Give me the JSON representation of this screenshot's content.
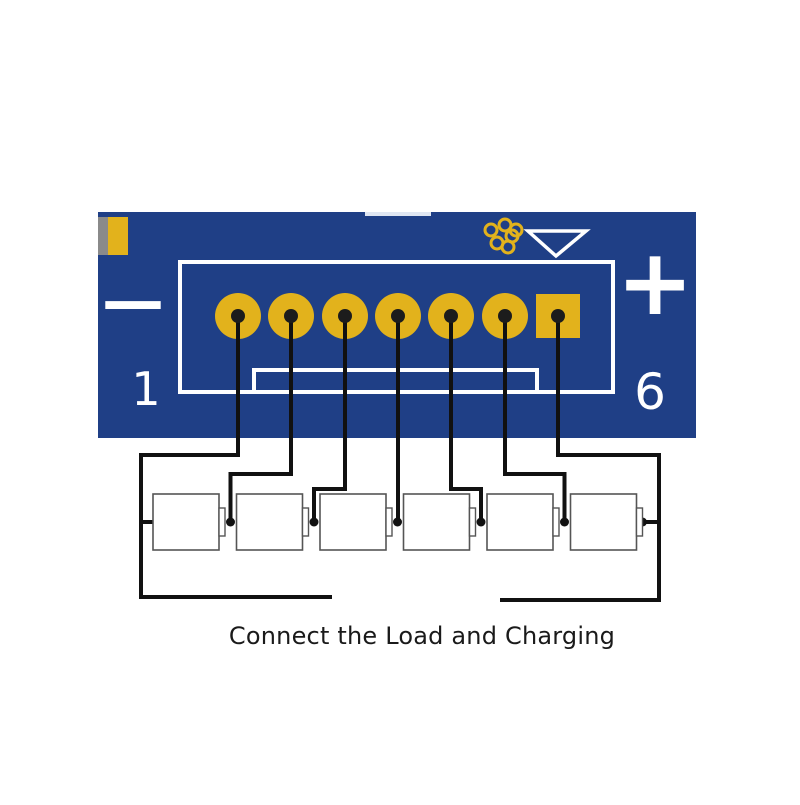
{
  "board": {
    "minus_symbol": "—",
    "plus_symbol": "+",
    "pin_first_label": "1",
    "pin_last_label": "6",
    "pin_count": 7,
    "colors": {
      "pcb": "#1f3f86",
      "silkscreen": "#ffffff",
      "pad": "#e2b21c",
      "hole": "#1c1c1c",
      "wire": "#111111",
      "cell_fill": "#ffffff",
      "cell_stroke": "#555555"
    }
  },
  "cells": {
    "count": 6
  },
  "caption": "Connect the Load and Charging"
}
